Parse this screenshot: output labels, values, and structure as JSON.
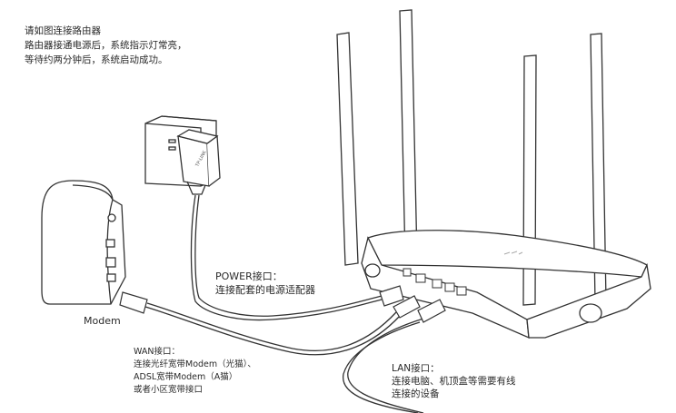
{
  "intro": {
    "line1": "请如图连接路由器",
    "line2": "路由器接通电源后，系统指示灯常亮，",
    "line3": "等待约两分钟后，系统启动成功。"
  },
  "power_port": {
    "title": "POWER接口：",
    "desc": "连接配套的电源适配器"
  },
  "wan_port": {
    "title": "WAN接口：",
    "line1": "连接光纤宽带Modem（光猫）、",
    "line2": "ADSL宽带Modem（A猫）",
    "line3": "或者小区宽带接口"
  },
  "lan_port": {
    "title": "LAN接口：",
    "line1": "连接电脑、机顶盒等需要有线",
    "line2": "连接的设备"
  },
  "modem": {
    "label": "Modem"
  },
  "adapter": {
    "brand": "TP-LINK"
  },
  "colors": {
    "line": "#333333",
    "cable": "#555555",
    "background": "#ffffff"
  }
}
